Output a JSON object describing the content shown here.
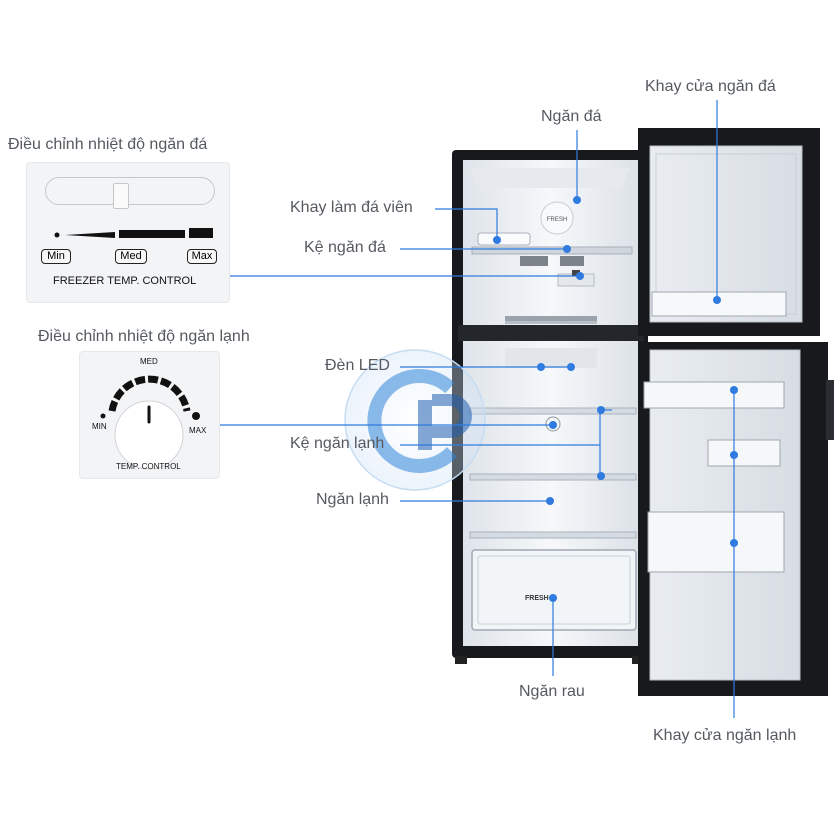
{
  "colors": {
    "line": "#2f7be0",
    "dot": "#2f7be0",
    "fridge_body": "#17191c",
    "interior": "#eef1f5",
    "label_text": "#555a60"
  },
  "callouts": {
    "khay_cua_ngan_da": "Khay cửa ngăn đá",
    "ngan_da": "Ngăn đá",
    "khay_lam_da_vien": "Khay làm đá viên",
    "ke_ngan_da": "Kệ ngăn đá",
    "den_led": "Đèn LED",
    "ke_ngan_lanh": "Kệ ngăn lạnh",
    "ngan_lanh": "Ngăn lạnh",
    "ngan_rau": "Ngăn rau",
    "khay_cua_ngan_lanh": "Khay cửa ngăn lạnh"
  },
  "freezer_panel": {
    "heading": "Điều chỉnh nhiệt độ ngăn đá",
    "min": "Min",
    "med": "Med",
    "max": "Max",
    "caption": "FREEZER TEMP. CONTROL"
  },
  "fridge_panel": {
    "heading": "Điều chỉnh nhiệt độ ngăn lạnh",
    "med": "MED",
    "min": "MIN",
    "max": "MAX",
    "caption": "TEMP. CONTROL"
  },
  "fridge_marks": {
    "fresh_badge": "FRESH",
    "crisper_brand": "FRESH"
  },
  "icons": [
    "slider-icon",
    "dial-knob-icon",
    "led-icon",
    "watermark-logo"
  ]
}
